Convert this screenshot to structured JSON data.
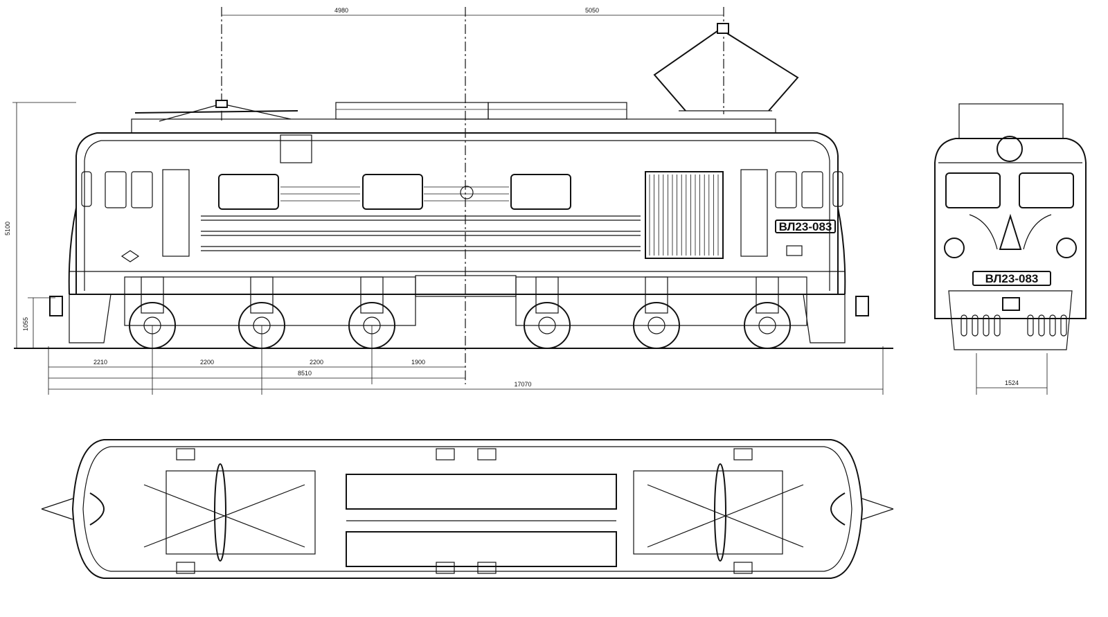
{
  "plates": {
    "side": "ВЛ23-083",
    "front": "ВЛ23-083"
  },
  "dimensions": {
    "top_left": "4980",
    "top_right": "5050",
    "height_total": "5100",
    "height_buffer": "1055",
    "wheel_1": "2210",
    "wheel_2": "2200",
    "wheel_3": "2200",
    "wheel_4": "1900",
    "half_length": "8510",
    "total_length": "17070",
    "gauge": "1524"
  },
  "colors": {
    "ink": "#111111",
    "paper": "#ffffff"
  }
}
